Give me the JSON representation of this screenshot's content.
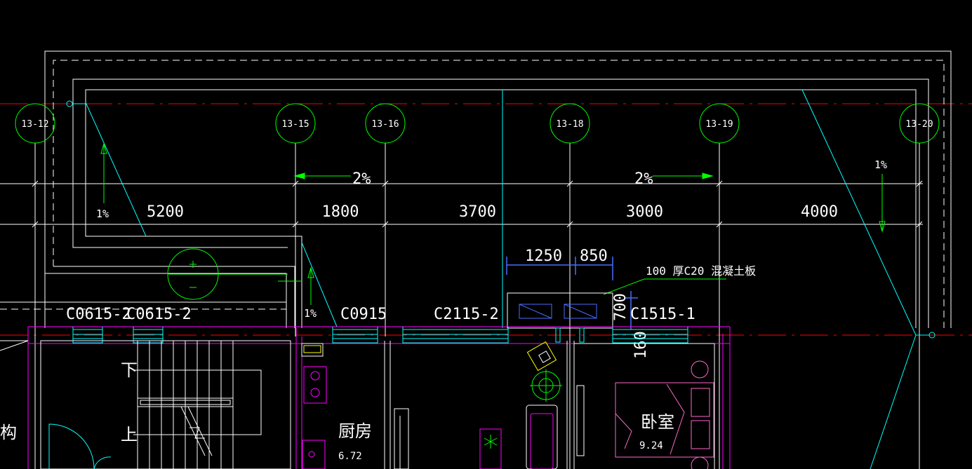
{
  "colors": {
    "background": "#000000",
    "white": "#ffffff",
    "green": "#00ff00",
    "cyan": "#00ffff",
    "red": "#ff0000",
    "magenta": "#ff00ff",
    "yellow": "#ffff00",
    "blue": "#4a6cff",
    "pink": "#ff66cc"
  },
  "axes": [
    {
      "label": "13-12"
    },
    {
      "label": "13-15"
    },
    {
      "label": "13-16"
    },
    {
      "label": "13-18"
    },
    {
      "label": "13-19"
    },
    {
      "label": "13-20"
    }
  ],
  "dimensions": [
    "5200",
    "1800",
    "3700",
    "3000",
    "4000"
  ],
  "sub_dimensions": [
    "1250",
    "850"
  ],
  "slopes": {
    "slope_2pct_left": "2%",
    "slope_2pct_right": "2%",
    "slope_1pct_left": "1%",
    "slope_1pct_mid": "1%",
    "slope_1pct_right": "1%"
  },
  "windows": [
    "C0615-2",
    "C0615-2",
    "C0915",
    "C2115-2",
    "C1515-1"
  ],
  "notes": {
    "slab_note": "100 厚C20 混凝土板",
    "dim_700": "700",
    "dim_160": "160"
  },
  "rooms": {
    "kitchen": {
      "name": "厨房",
      "area": "6.72"
    },
    "bedroom": {
      "name": "卧室",
      "area": "9.24"
    },
    "left_cut": "构",
    "stair_down": "下",
    "stair_up": "上"
  }
}
